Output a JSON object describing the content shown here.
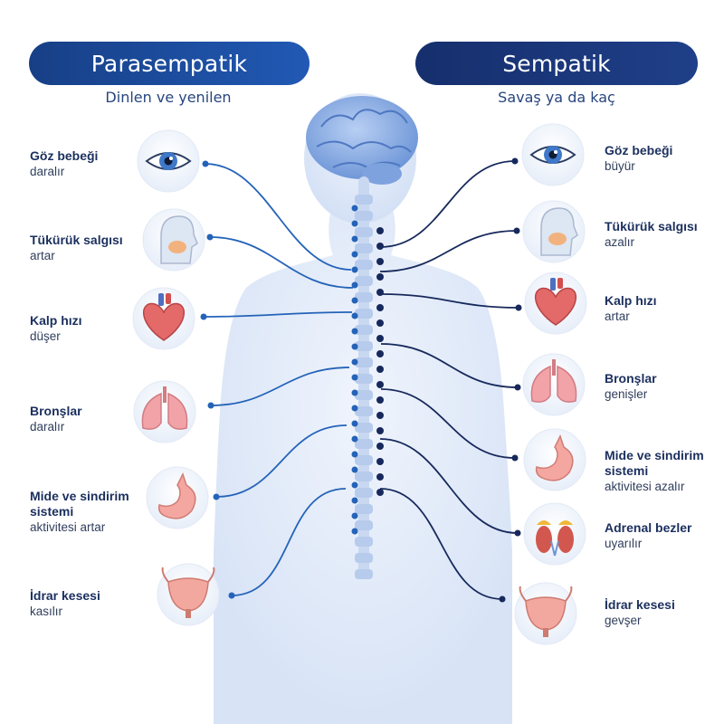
{
  "header": {
    "left_title": "Parasempatik",
    "left_subtitle": "Dinlen ve yenilen",
    "right_title": "Sempatik",
    "right_subtitle": "Savaş ya da kaç"
  },
  "colors": {
    "parasympathetic": "#2463b8",
    "sympathetic": "#17295c",
    "body": "#dbe6f7",
    "organ_red": "#e46a6a"
  },
  "parasympathetic": {
    "organs": [
      {
        "name": "Göz bebeği",
        "effect": "daralır",
        "icon": "eye-icon"
      },
      {
        "name": "Tükürük salgısı",
        "effect": "artar",
        "icon": "salivary-gland-icon"
      },
      {
        "name": "Kalp hızı",
        "effect": "düşer",
        "icon": "heart-icon"
      },
      {
        "name": "Bronşlar",
        "effect": "daralır",
        "icon": "lungs-icon"
      },
      {
        "name": "Mide ve sindirim sistemi",
        "effect": "aktivitesi artar",
        "icon": "stomach-icon"
      },
      {
        "name": "İdrar kesesi",
        "effect": "kasılır",
        "icon": "bladder-icon"
      }
    ]
  },
  "sympathetic": {
    "organs": [
      {
        "name": "Göz bebeği",
        "effect": "büyür",
        "icon": "eye-icon"
      },
      {
        "name": "Tükürük salgısı",
        "effect": "azalır",
        "icon": "salivary-gland-icon"
      },
      {
        "name": "Kalp hızı",
        "effect": "artar",
        "icon": "heart-icon"
      },
      {
        "name": "Bronşlar",
        "effect": "genişler",
        "icon": "lungs-icon"
      },
      {
        "name": "Mide ve sindirim sistemi",
        "effect": "aktivitesi azalır",
        "icon": "stomach-icon"
      },
      {
        "name": "Adrenal bezler",
        "effect": "uyarılır",
        "icon": "adrenal-glands-icon"
      },
      {
        "name": "İdrar kesesi",
        "effect": "gevşer",
        "icon": "bladder-icon"
      }
    ]
  }
}
